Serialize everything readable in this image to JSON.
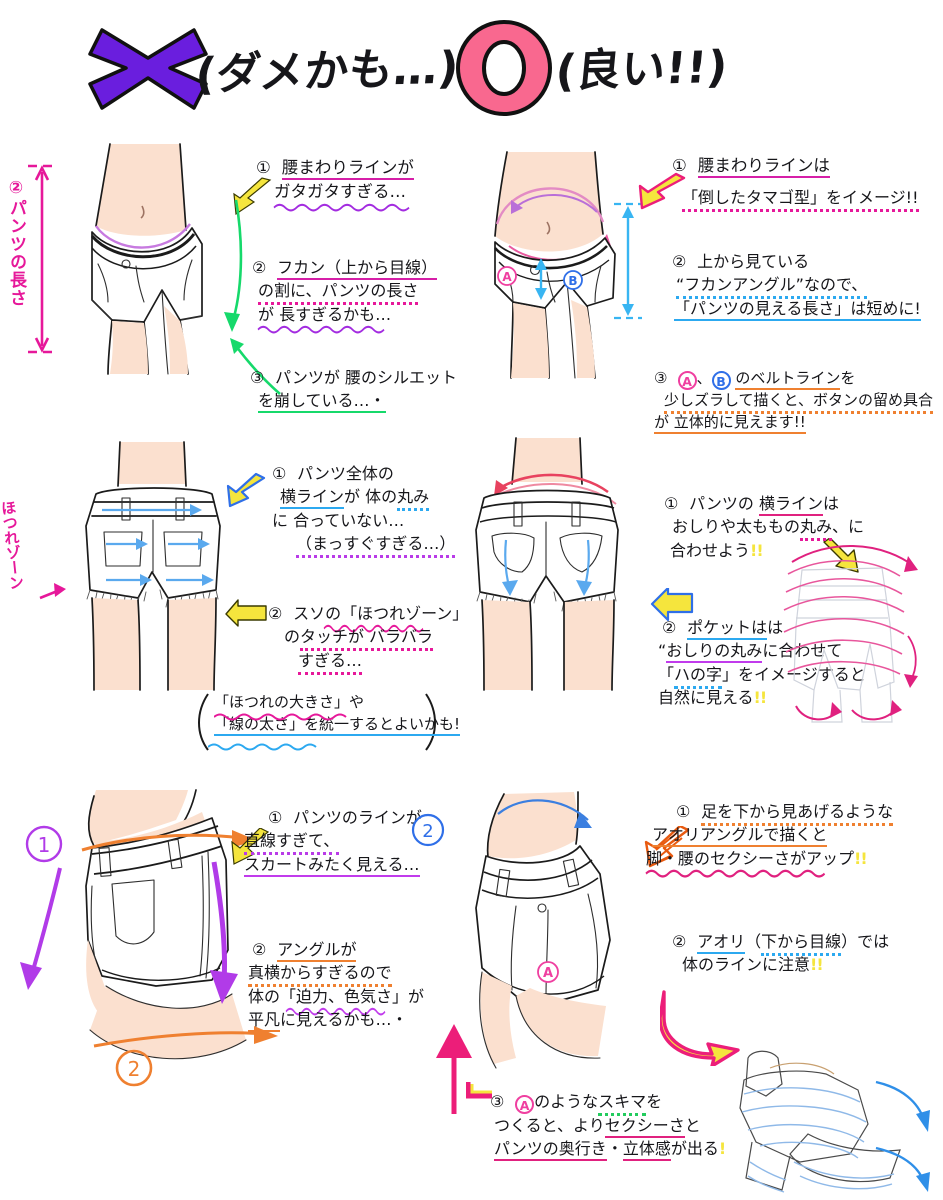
{
  "header": {
    "bad": {
      "mark": "x-mark",
      "label": "(ダメかも…)",
      "color": "#6a1ede"
    },
    "good": {
      "mark": "o-mark",
      "label": "(良い!!)",
      "color": "#ec1e79"
    }
  },
  "side_labels": {
    "pants_length": "②パンツの長さ",
    "fray_zone": "ほつれゾーン"
  },
  "markers": {
    "a": "A",
    "b": "B",
    "one": "①",
    "two": "②",
    "three": "③"
  },
  "rows": [
    {
      "id": "row-1-front-view",
      "bad": {
        "notes": [
          {
            "num": "①",
            "lines": [
              "腰まわりラインが",
              "ガタガタすぎる…"
            ]
          },
          {
            "num": "②",
            "lines": [
              "フカン（上から目線）",
              "の割に、パンツの長さ",
              "が 長すぎるかも…"
            ]
          },
          {
            "num": "③",
            "lines": [
              "パンツが 腰のシルエット",
              "を崩している…・"
            ]
          }
        ]
      },
      "good": {
        "notes": [
          {
            "num": "①",
            "lines": [
              "腰まわりラインは",
              "「倒したタマゴ型」をイメージ!!"
            ]
          },
          {
            "num": "②",
            "lines": [
              "上から見ている",
              "“フカンアングル”なので、",
              "「パンツの見える長さ」は短めに!"
            ]
          },
          {
            "num": "③",
            "lines": [
              "Ⓐ、Ⓑのベルトラインを",
              "少しズラして描くと、ボタンの留め具合",
              "が 立体的に見えます!!"
            ]
          }
        ]
      }
    },
    {
      "id": "row-2-back-view",
      "bad": {
        "notes": [
          {
            "num": "①",
            "lines": [
              "パンツ全体の",
              "横ラインが 体の丸み",
              "に 合っていない…",
              "（まっすぐすぎる…）"
            ]
          },
          {
            "num": "②",
            "lines": [
              "スソの「ほつれゾーン」",
              "のタッチが バラバラ",
              "すぎる…"
            ]
          }
        ],
        "aside": [
          "「ほつれの大きさ」や",
          "「線の太さ」を統一するとよいかも!"
        ]
      },
      "good": {
        "notes": [
          {
            "num": "①",
            "lines": [
              "パンツの 横ラインは",
              "おしりや太ももの丸み、に",
              "合わせよう!!"
            ]
          },
          {
            "num": "②",
            "lines": [
              "ポケットは",
              "“おしりの丸みに合わせて",
              "「ハの字」をイメージすると",
              "自然に見える!!"
            ]
          }
        ]
      }
    },
    {
      "id": "row-3-side-view",
      "bad": {
        "notes": [
          {
            "num": "①",
            "lines": [
              "パンツのラインが",
              "直線すぎて、",
              "スカートみたく見える…"
            ]
          },
          {
            "num": "②",
            "lines": [
              "アングルが",
              "真横からすぎるので",
              "体の「迫力、色気さ」が",
              "平凡に見えるかも…・"
            ]
          }
        ],
        "overlay_numbers": [
          "①",
          "②"
        ]
      },
      "good": {
        "notes": [
          {
            "num": "①",
            "lines": [
              "足を下から見あげるような",
              "アオリアングルで描くと",
              "脚・腰のセクシーさがアップ!!"
            ]
          },
          {
            "num": "②",
            "lines": [
              "アオリ（下から目線）では",
              "体のラインに注意!!"
            ]
          },
          {
            "num": "③",
            "lines": [
              "Ⓐのようなスキマを",
              "つくると、よりセクシーさと",
              "パンツの奥行き・立体感が出る!"
            ]
          }
        ],
        "overlay_numbers": [
          "②"
        ]
      }
    }
  ],
  "palette": {
    "purple": "#6a1ede",
    "pink": "#ec1e79",
    "magenta": "#e6189a",
    "blue": "#2ca9f0",
    "green": "#16d96b",
    "orange": "#ef8030",
    "yellow": "#f5e53d",
    "skin": "#fbe0cf",
    "ink": "#1b1b1b"
  }
}
